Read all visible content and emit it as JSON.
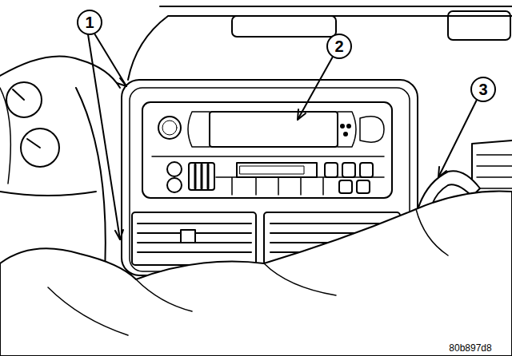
{
  "diagram": {
    "labels": [
      "1",
      "2",
      "3",
      "80b897d8"
    ]
  }
}
